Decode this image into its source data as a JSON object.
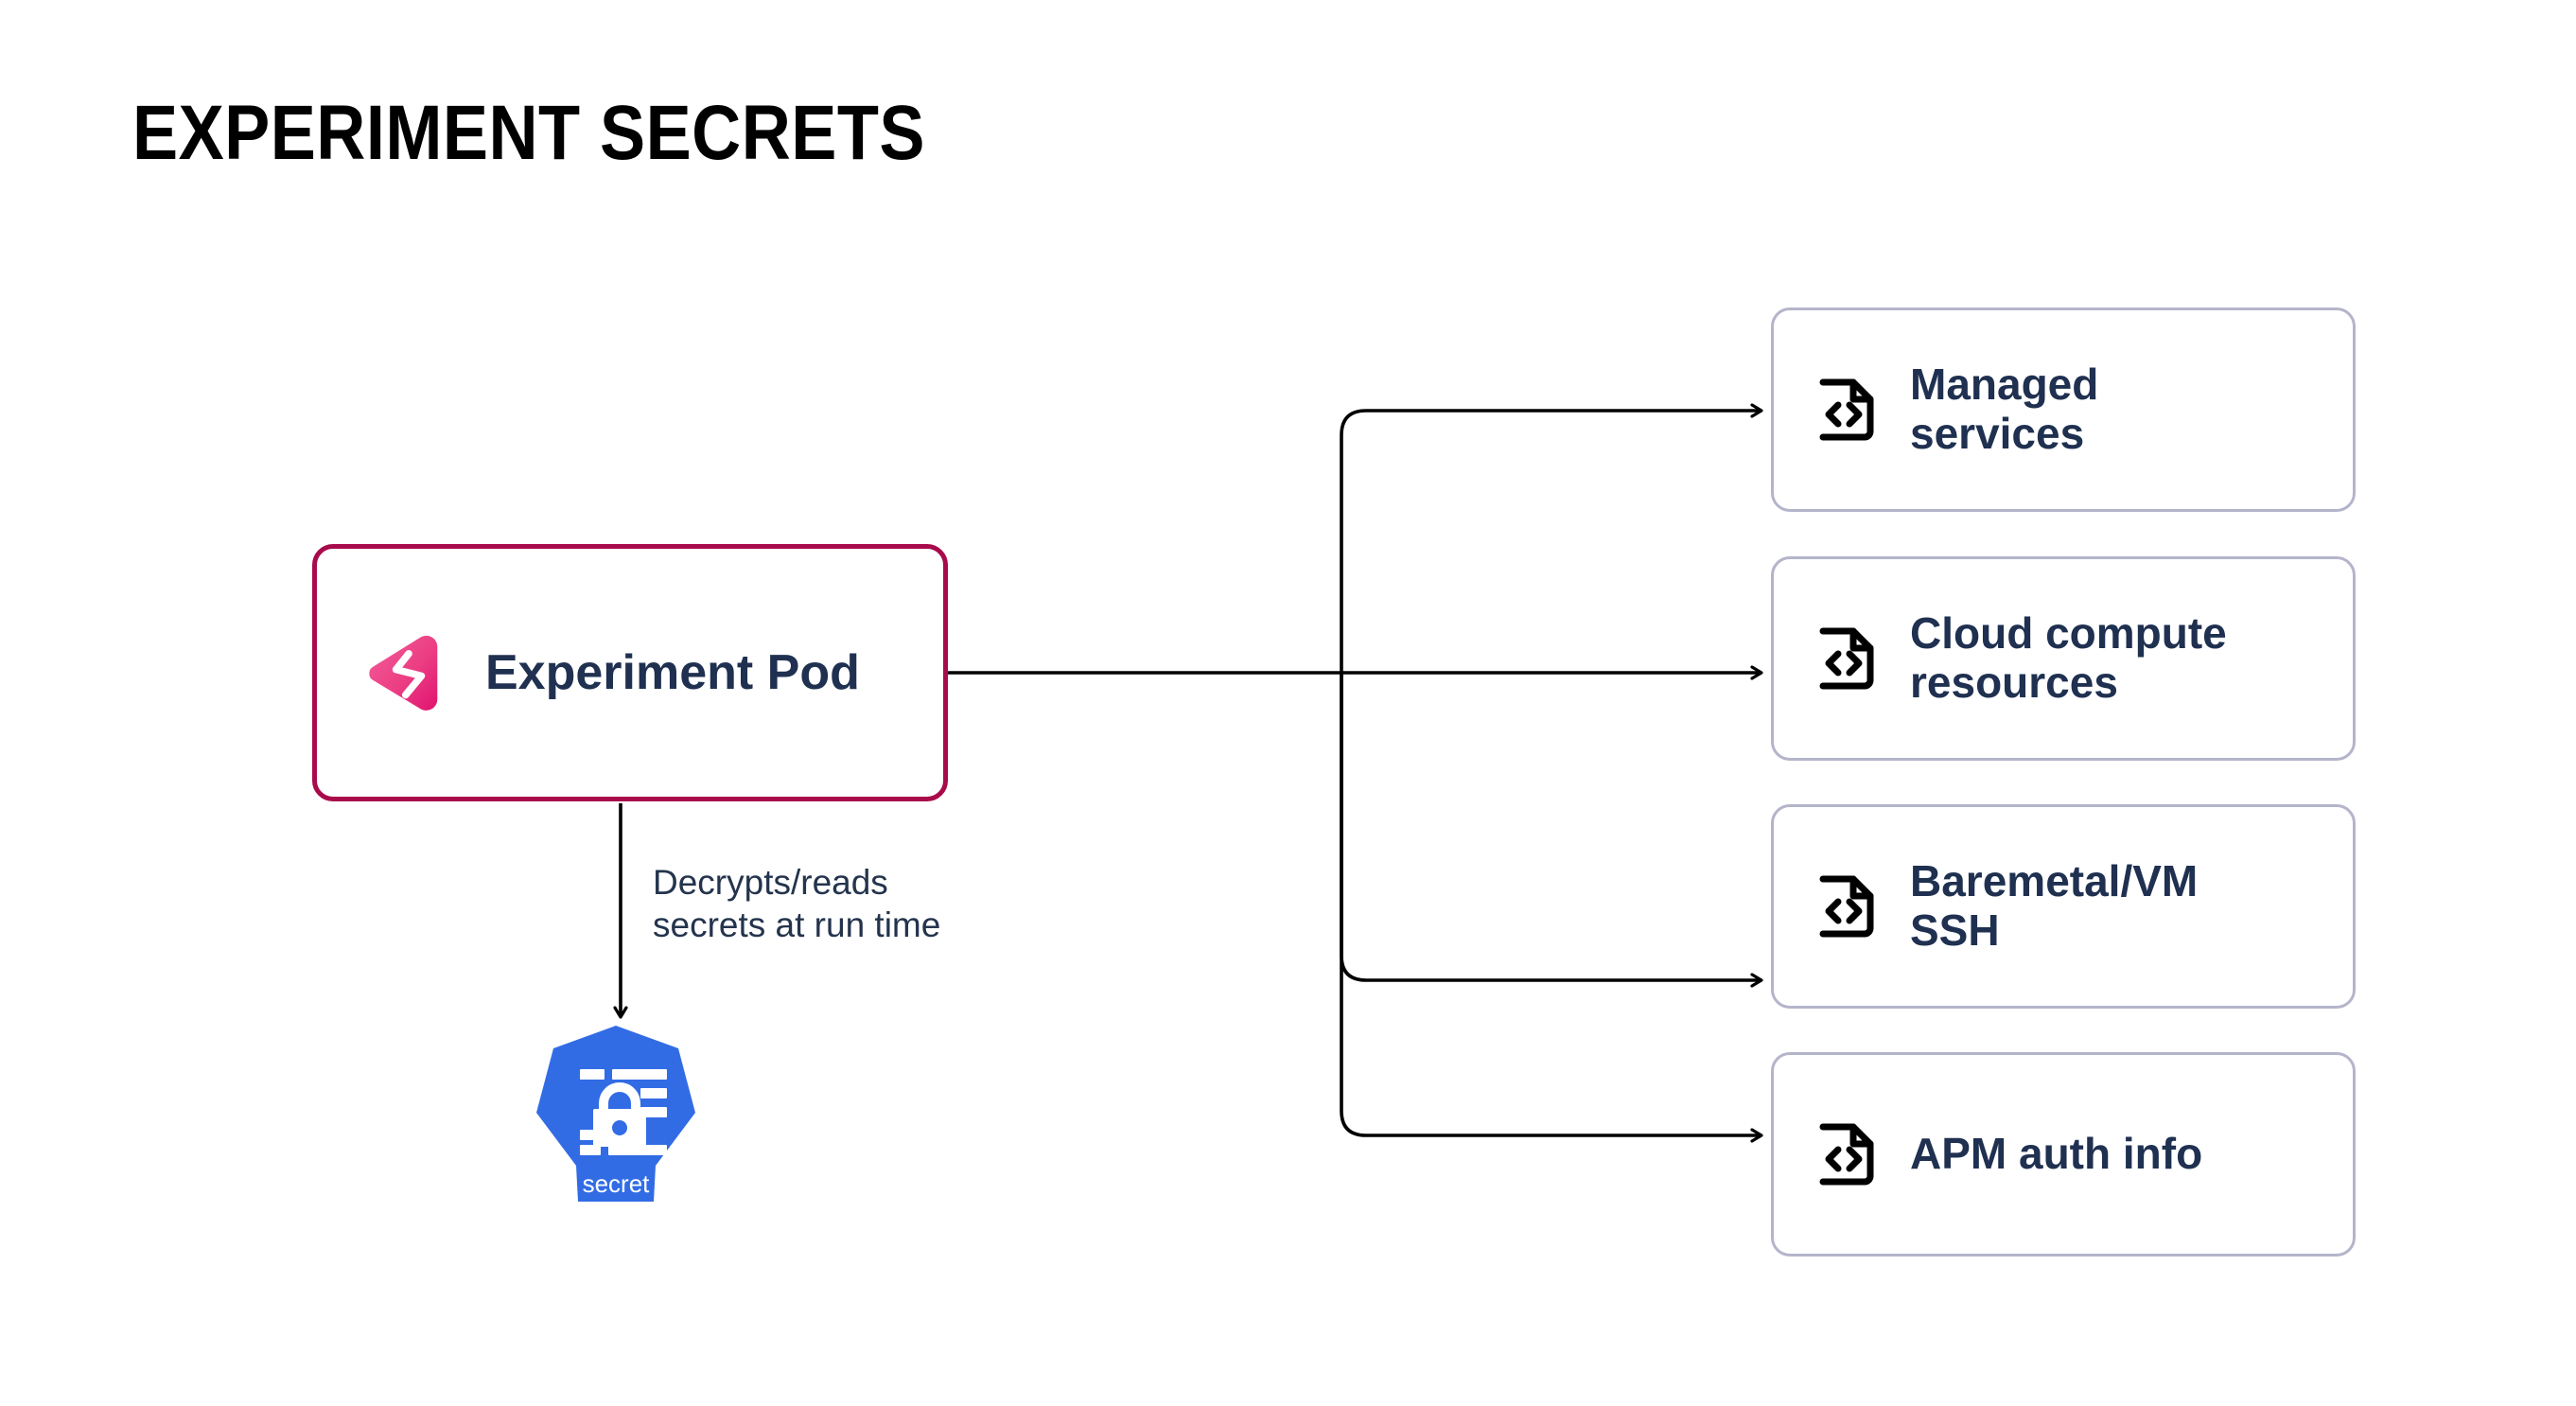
{
  "page": {
    "title": "EXPERIMENT SECRETS",
    "background_color": "#ffffff"
  },
  "colors": {
    "pod_border": "#a80b4b",
    "pod_logo_pink": "#e8357d",
    "card_border": "#b4b4cb",
    "text_navy": "#1f3050",
    "annotation_text": "#24344d",
    "secret_blue": "#326ce5",
    "connector_stroke": "#000000"
  },
  "source_node": {
    "label": "Experiment Pod",
    "icon": "litmus-chaos-logo",
    "border_color": "#a80b4b"
  },
  "secret_node": {
    "label": "secret",
    "icon": "kubernetes-secret-icon",
    "color": "#326ce5"
  },
  "annotation": {
    "line1": "Decrypts/reads",
    "line2": "secrets at run time"
  },
  "targets": [
    {
      "id": "managed-services",
      "icon": "code-file-icon",
      "line1": "Managed",
      "line2": "services"
    },
    {
      "id": "cloud-compute",
      "icon": "code-file-icon",
      "line1": "Cloud compute",
      "line2": "resources"
    },
    {
      "id": "baremetal-ssh",
      "icon": "code-file-icon",
      "line1": "Baremetal/VM",
      "line2": "SSH"
    },
    {
      "id": "apm-auth",
      "icon": "code-file-icon",
      "line1": "APM auth info",
      "line2": ""
    }
  ],
  "connectors": [
    {
      "from": "experiment-pod",
      "to": "managed-services",
      "style": "orthogonal-arrow"
    },
    {
      "from": "experiment-pod",
      "to": "cloud-compute",
      "style": "straight-arrow"
    },
    {
      "from": "experiment-pod",
      "to": "baremetal-ssh",
      "style": "orthogonal-arrow"
    },
    {
      "from": "experiment-pod",
      "to": "apm-auth",
      "style": "orthogonal-arrow"
    },
    {
      "from": "experiment-pod",
      "to": "secret",
      "style": "vertical-arrow"
    }
  ]
}
